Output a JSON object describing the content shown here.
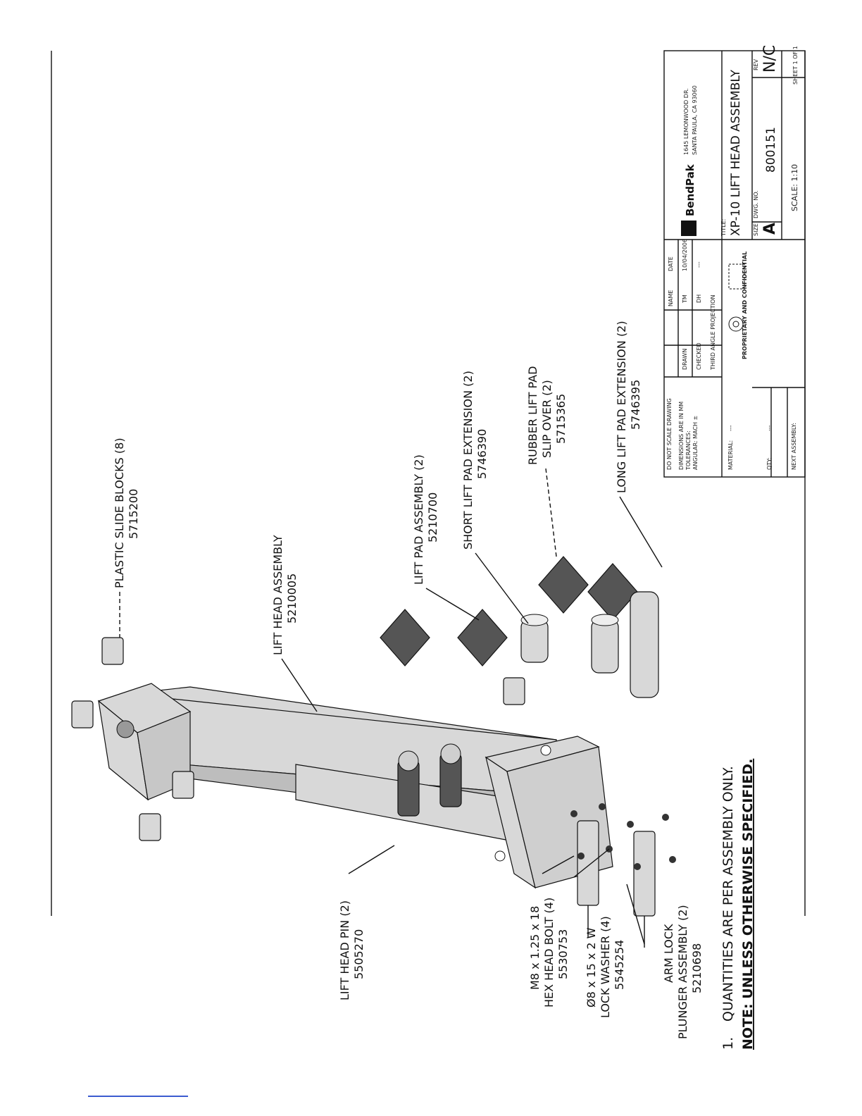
{
  "labels": {
    "plastic_slide_blocks": [
      "PLASTIC SLIDE BLOCKS (8)",
      "5715200"
    ],
    "lift_head_assembly": [
      "LIFT HEAD ASSEMBLY",
      "5210005"
    ],
    "lift_pad_assembly": [
      "LIFT PAD ASSEMBLY (2)",
      "5210700"
    ],
    "short_lift_pad_extension": [
      "SHORT LIFT PAD EXTENSION (2)",
      "5746390"
    ],
    "rubber_lift_pad": [
      "RUBBER LIFT PAD",
      "SLIP OVER (2)",
      "5715365"
    ],
    "long_lift_pad_extension": [
      "LONG LIFT PAD EXTENSION (2)",
      "5746395"
    ],
    "lift_head_pin": [
      "LIFT HEAD PIN (2)",
      "5505270"
    ],
    "hex_head_bolt": [
      "M8 x 1.25 x 18",
      "HEX HEAD BOLT (4)",
      "5530753"
    ],
    "lock_washer": [
      "Ø8 x 15 x 2 W",
      "LOCK WASHER (4)",
      "5545254"
    ],
    "arm_lock_plunger": [
      "ARM LOCK",
      "PLUNGER ASSEMBLY (2)",
      "5210698"
    ]
  },
  "notes": {
    "item_number": "1.",
    "item_text": "QUANTITIES ARE PER ASSEMBLY ONLY.",
    "unless": "NOTE: UNLESS OTHERWISE SPECIFIED."
  },
  "title_block": {
    "do_not_scale": "DO NOT SCALE DRAWING",
    "dims": "DIMENSIONS ARE IN MM",
    "tolerances": "TOLERANCES:",
    "angular": "ANGULAR: MACH ±",
    "material_label": "MATERIAL:",
    "material_value": "---",
    "qty_label": "QTY:",
    "qty_value": "---",
    "next_assy": "NEXT ASSEMBLY:",
    "col_name": "NAME",
    "col_date": "DATE",
    "drawn": "DRAWN",
    "drawn_name": "TM",
    "drawn_date": "10/04/2006",
    "checked": "CHECKED",
    "checked_name": "DH",
    "checked_date": "---",
    "projection": "THIRD ANGLE PROJECTION",
    "proprietary": "PROPRIETARY AND CONFIDENTIAL",
    "brand": "BendPak",
    "address1": "1645 LEMONWOOD DR.",
    "address2": "SANTA PAULA, CA 93060",
    "title_label": "TITLE:",
    "title": "XP-10 LIFT HEAD ASSEMBLY",
    "size_label": "SIZE",
    "size": "A",
    "dwg_label": "DWG. NO.",
    "dwg_no": "800151",
    "rev_label": "REV",
    "rev": "N/C",
    "scale": "SCALE: 1:10",
    "sheet": "SHEET 1 OF 1"
  }
}
